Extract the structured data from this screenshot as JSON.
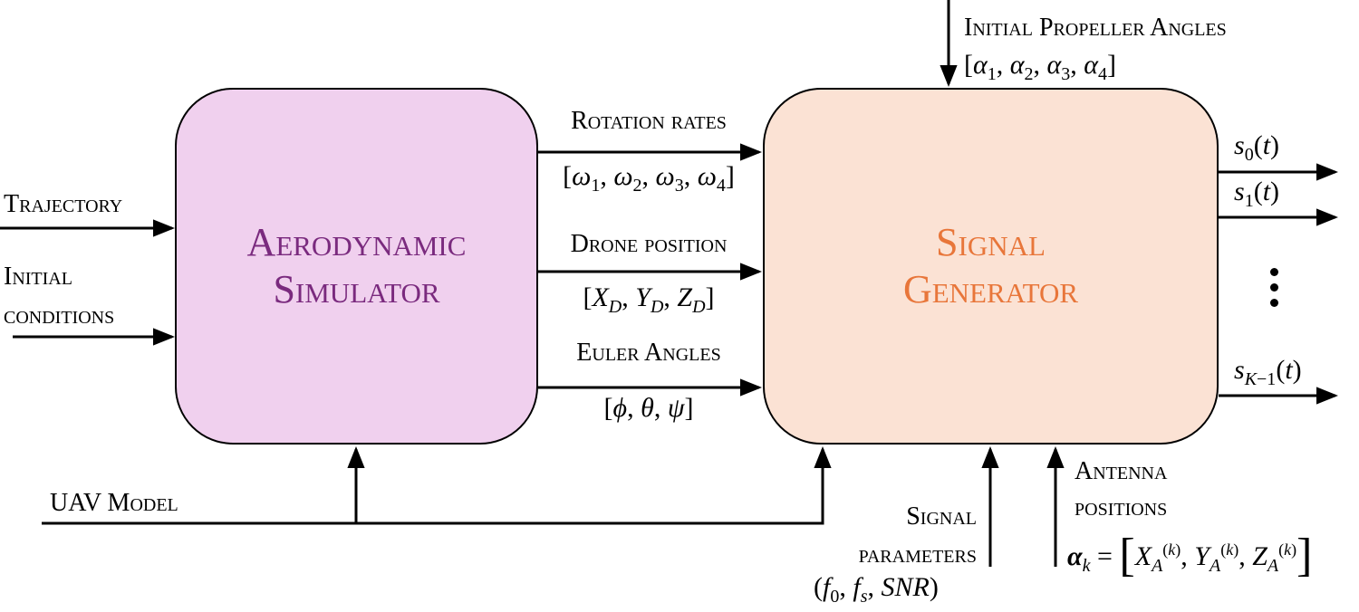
{
  "blocks": {
    "aerodynamic_simulator": {
      "line1": "Aerodynamic",
      "line2": "Simulator",
      "fill": "#f0d0ee",
      "text_color": "#7a2a7e"
    },
    "signal_generator": {
      "line1": "Signal",
      "line2": "Generator",
      "fill": "#fbe2d4",
      "text_color": "#e8763a"
    }
  },
  "inputs": {
    "trajectory": "Trajectory",
    "initial_conditions_line1": "Initial",
    "initial_conditions_line2": "conditions",
    "uav_model": "UAV Model",
    "initial_propeller_angles": "Initial Propeller Angles",
    "signal_parameters_line1": "Signal",
    "signal_parameters_line2": "parameters",
    "antenna_positions_line1": "Antenna",
    "antenna_positions_line2": "positions"
  },
  "links": {
    "rotation_rates": "Rotation rates",
    "drone_position": "Drone position",
    "euler_angles": "Euler Angles"
  },
  "outputs": {
    "s0": "s0(t)",
    "s1": "s1(t)",
    "sK_minus_1": "sK−1(t)"
  },
  "math": {
    "propeller_vector": "[α1, α2, α3, α4]",
    "rotation_vector": "[ω1, ω2, ω3, ω4]",
    "position_vector": "[XD, YD, ZD]",
    "euler_vector": "[ϕ, θ, ψ]",
    "signal_params_vector": "(f0, fs, SNR)",
    "antenna_vector": "αk = [XA(k), YA(k), ZA(k)]"
  }
}
